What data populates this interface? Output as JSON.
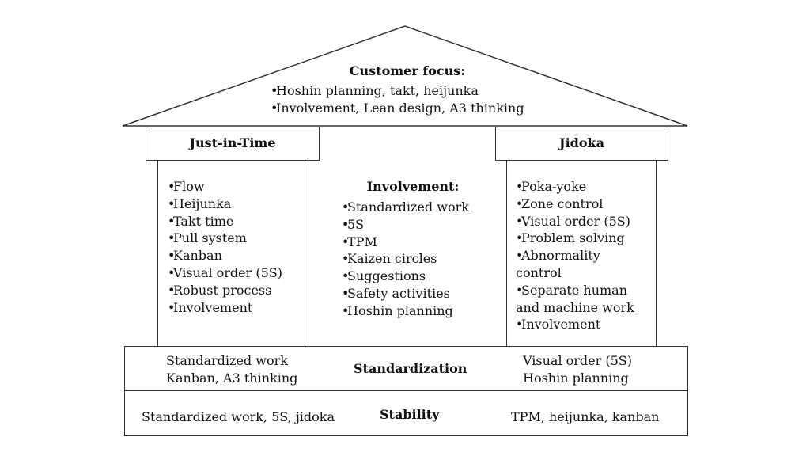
{
  "roof": {
    "title": "Customer focus:",
    "lines": [
      "Hoshin planning, takt, heijunka",
      "Involvement, Lean design, A3 thinking"
    ]
  },
  "left_pillar": {
    "title": "Just-in-Time",
    "items": [
      "Flow",
      "Heijunka",
      "Takt time",
      "Pull system",
      "Kanban",
      "Visual order (5S)",
      "Robust process",
      "Involvement"
    ]
  },
  "center": {
    "title": "Involvement:",
    "items": [
      "Standardized work",
      "5S",
      "TPM",
      "Kaizen circles",
      "Suggestions",
      "Safety activities",
      "Hoshin planning"
    ]
  },
  "right_pillar": {
    "title": "Jidoka",
    "items": [
      "Poka-yoke",
      "Zone control",
      "Visual order (5S)",
      "Problem solving",
      "Abnormality control",
      "Separate human and machine work",
      "Involvement"
    ]
  },
  "standardization": {
    "title": "Standardization",
    "left_lines": [
      "Standardized work",
      "Kanban, A3 thinking"
    ],
    "right_lines": [
      "Visual order (5S)",
      "Hoshin planning"
    ]
  },
  "stability": {
    "title": "Stability",
    "left": "Standardized work, 5S, jidoka",
    "right": "TPM, heijunka, kanban"
  },
  "bullet_symbol": "•"
}
